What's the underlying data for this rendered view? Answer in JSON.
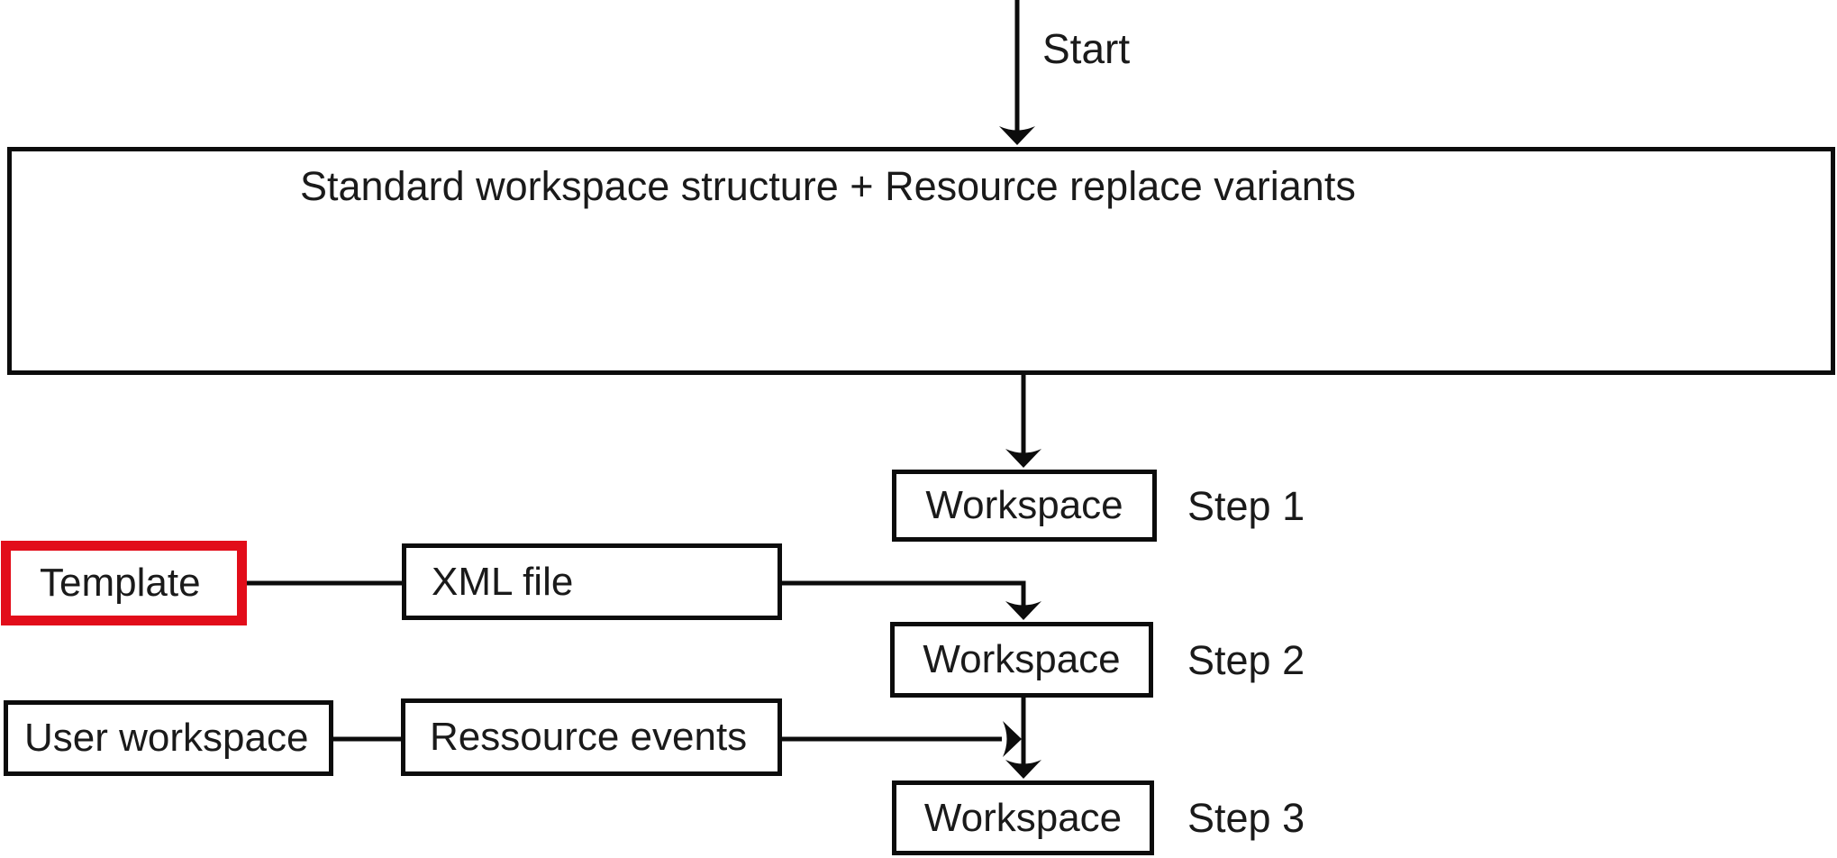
{
  "colors": {
    "line_black": "#0c0c0c",
    "text_black": "#1a1a1a",
    "highlight_red": "#e20d1a",
    "background": "#ffffff"
  },
  "flow": {
    "start_label": "Start",
    "main_box_label": "Standard workspace structure + Resource replace variants",
    "steps": [
      {
        "box": "Workspace",
        "label": "Step 1"
      },
      {
        "box": "Workspace",
        "label": "Step 2"
      },
      {
        "box": "Workspace",
        "label": "Step 3"
      }
    ],
    "inputs": {
      "template": {
        "label": "Template",
        "highlighted": "true"
      },
      "xml_file": {
        "label": "XML file"
      },
      "user_workspace": {
        "label": "User workspace"
      },
      "ressource_events": {
        "label": "Ressource events"
      }
    }
  }
}
